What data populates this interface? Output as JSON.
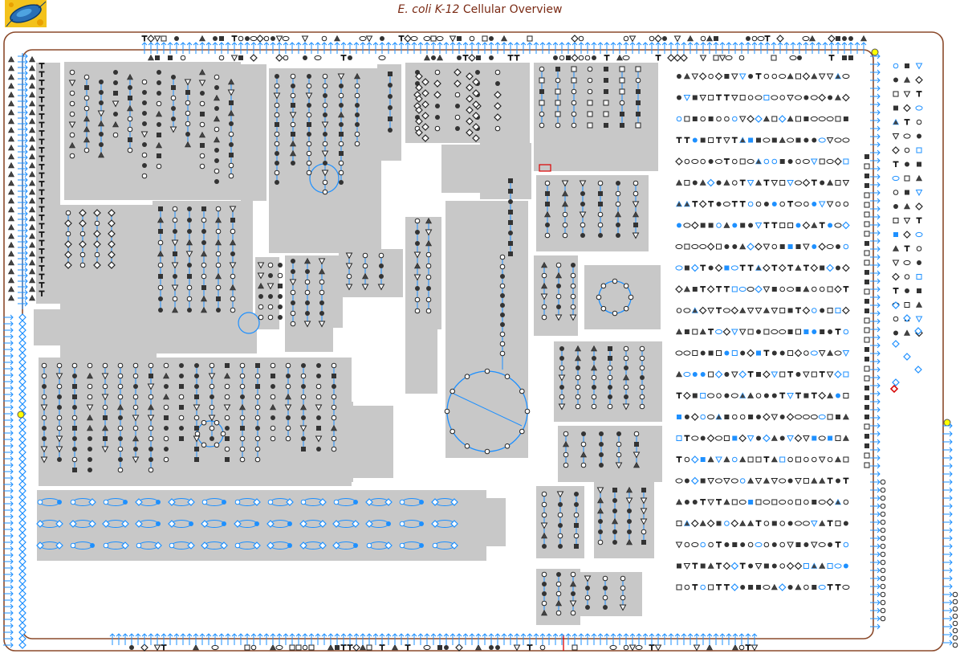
{
  "header": {
    "title_italic": "E. coli K-12",
    "title_rest": " Cellular Overview",
    "logo_icon": "bacterium-logo-icon"
  },
  "colors": {
    "membrane": "#8b4a2b",
    "pathway_bg": "#c8c8c8",
    "blue_link": "#1e90ff",
    "node_fill": "#333333",
    "node_open": "#ffffff",
    "highlight_red": "#dd0000",
    "highlight_yellow": "#ffff00",
    "title_color": "#7a2a14"
  },
  "legend_semantics": {
    "shapes": [
      "circle-open",
      "circle-filled",
      "square-open",
      "square-filled",
      "triangle",
      "inverted-triangle",
      "diamond",
      "T-shape",
      "oval"
    ]
  }
}
